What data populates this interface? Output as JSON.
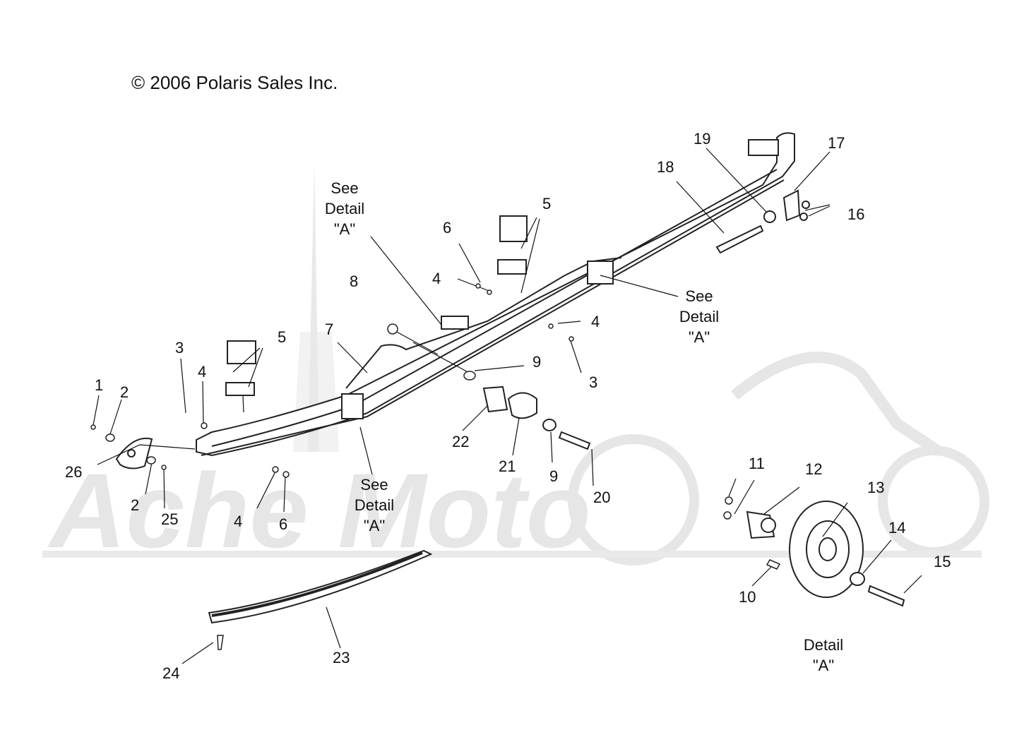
{
  "copyright": "© 2006 Polaris Sales Inc.",
  "watermark": {
    "text": "Ache Moto",
    "color": "#e6e6e6"
  },
  "detail_notes": [
    {
      "id": "note-1",
      "lines": [
        "See",
        "Detail",
        "\"A\""
      ]
    },
    {
      "id": "note-2",
      "lines": [
        "See",
        "Detail",
        "\"A\""
      ]
    },
    {
      "id": "note-3",
      "lines": [
        "See",
        "Detail",
        "\"A\""
      ]
    },
    {
      "id": "detail-title",
      "lines": [
        "Detail",
        "\"A\""
      ]
    }
  ],
  "callouts": [
    "1",
    "2",
    "2",
    "3",
    "3",
    "4",
    "4",
    "4",
    "4",
    "5",
    "5",
    "6",
    "6",
    "7",
    "8",
    "9",
    "9",
    "10",
    "11",
    "12",
    "13",
    "14",
    "15",
    "16",
    "17",
    "18",
    "19",
    "20",
    "21",
    "22",
    "23",
    "24",
    "25",
    "26"
  ]
}
